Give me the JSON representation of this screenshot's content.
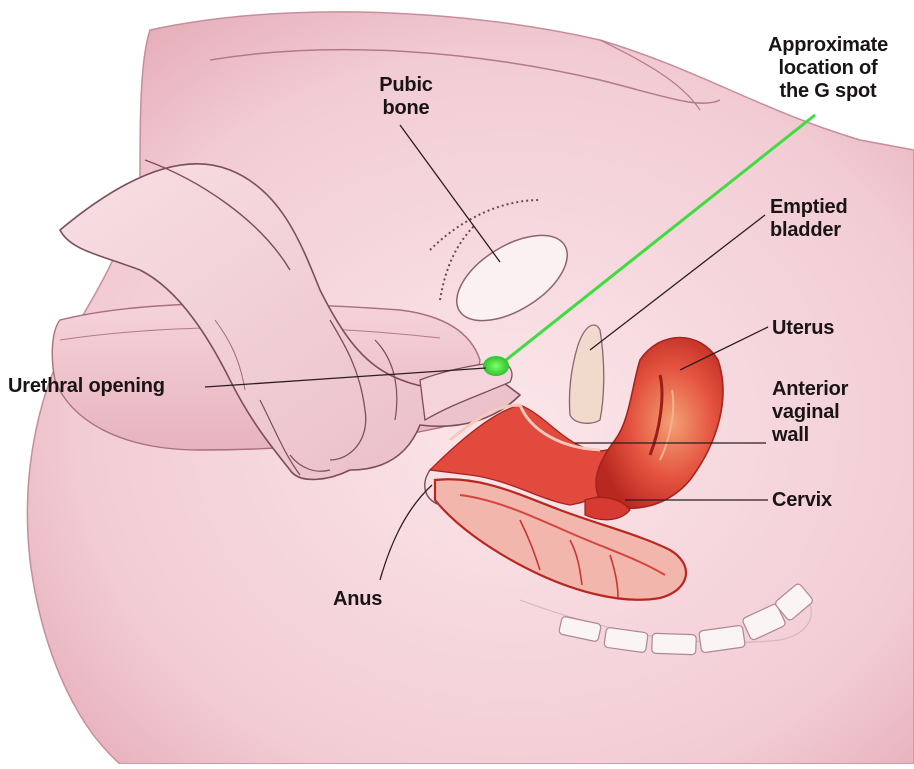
{
  "diagram": {
    "labels": {
      "g_spot": [
        "Approximate",
        "location of",
        "the G spot"
      ],
      "pubic_bone": [
        "Pubic",
        "bone"
      ],
      "emptied_bladder": [
        "Emptied",
        "bladder"
      ],
      "uterus": "Uterus",
      "anterior_vaginal_wall": [
        "Anterior",
        "vaginal",
        "wall"
      ],
      "cervix": "Cervix",
      "urethral_opening": "Urethral opening",
      "anus": "Anus"
    },
    "colors": {
      "background": "#ffffff",
      "skin_light": "#f7dde2",
      "skin_mid": "#eec2cb",
      "skin_shadow": "#d99aa8",
      "organ_red": "#e0453f",
      "organ_dark": "#b8281f",
      "organ_inner": "#f08a6c",
      "g_spot_marker": "#39d639",
      "outline": "#5a3a40",
      "label_text": "#1a1416"
    }
  }
}
